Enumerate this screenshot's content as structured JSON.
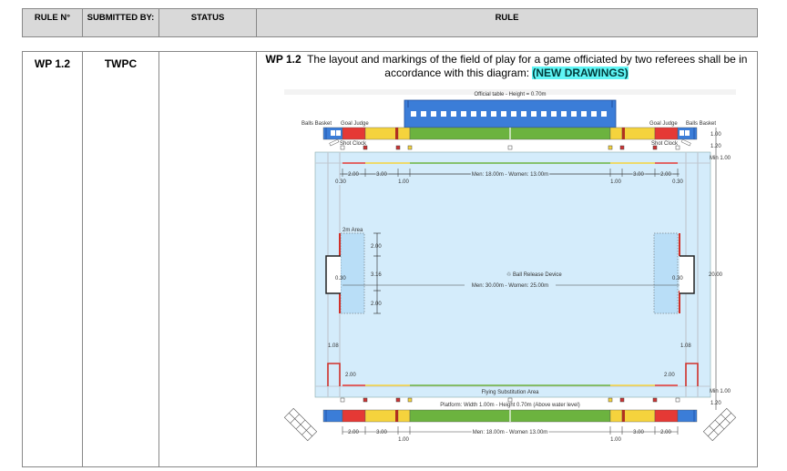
{
  "header": {
    "columns": [
      "RULE N°",
      "SUBMITTED BY:",
      "STATUS",
      "RULE"
    ]
  },
  "row": {
    "rule_no": "WP 1.2",
    "submitted_by": "TWPC",
    "status": "",
    "rule_ref": "WP 1.2",
    "rule_text": "The layout and markings of the field of play for a game officiated by two referees shall be in accordance with this diagram:",
    "highlight": "(NEW DRAWINGS)"
  },
  "diagram": {
    "official_table": "Official table - Height = 0.70m",
    "balls_basket": "Balls Basket",
    "goal_judge": "Goal Judge",
    "shot_clock": "Shot Clock",
    "two_m_area": "2m Area",
    "ball_release": "Ball Release Device",
    "flying_sub": "Flying Substitution Area",
    "platform": "Platform: Width 1.00m - Height 0.70m (Above water level)",
    "men_women_length_top": "Men: 18.00m - Women: 13.00m",
    "men_women_length_bottom": "Men: 18.00m - Women 13.00m",
    "men_women_field": "Men: 30.00m - Women: 25.00m",
    "dims": {
      "d200": "2.00",
      "d300": "3.00",
      "d100": "1.00",
      "d030": "0.30",
      "d316": "3.16",
      "d108": "1.08",
      "d2000": "20.00",
      "min100": "Min 1.00",
      "d120": "1.20"
    },
    "colors": {
      "blue": "#3b7dd8",
      "red": "#e53935",
      "yellow": "#f5d33d",
      "green": "#6cb33f",
      "water": "#d4ecfb",
      "dark_red": "#b03020"
    }
  }
}
